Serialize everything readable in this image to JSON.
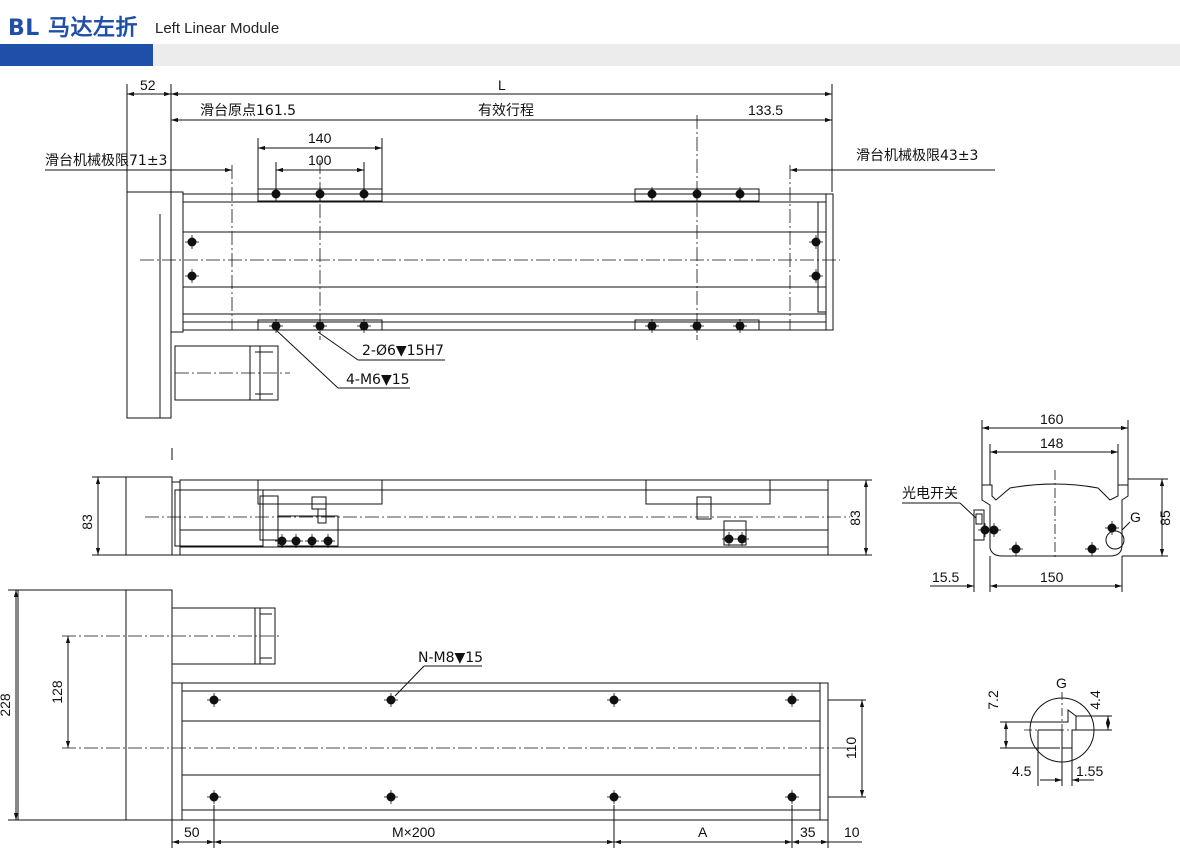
{
  "header": {
    "title": "BL 马达左折",
    "subtitle": "Left Linear Module"
  },
  "top_view": {
    "dim_52": "52",
    "dim_L": "L",
    "label_origin": "滑台原点161.5",
    "label_stroke": "有效行程",
    "dim_133": "133.5",
    "dim_140": "140",
    "dim_100": "100",
    "label_limit_left": "滑台机械极限71±3",
    "label_limit_right": "滑台机械极限43±3",
    "label_pin": "2-Ø6▼15H7",
    "label_tap": "4-M6▼15"
  },
  "side_view": {
    "dim_83_left": "83",
    "dim_83_right": "83"
  },
  "section_view": {
    "dim_160": "160",
    "dim_148": "148",
    "label_sensor": "光电开关",
    "label_g": "G",
    "dim_85": "85",
    "dim_15_5": "15.5",
    "dim_150": "150"
  },
  "bottom_view": {
    "dim_228": "228",
    "dim_128": "128",
    "label_holes": "N-M8▼15",
    "dim_110": "110",
    "dim_50": "50",
    "dim_mx200": "M×200",
    "dim_A": "A",
    "dim_35": "35",
    "dim_10": "10"
  },
  "detail_g": {
    "title": "G",
    "dim_7_2": "7.2",
    "dim_4_4": "4.4",
    "dim_4_5": "4.5",
    "dim_1_55": "1.55"
  }
}
